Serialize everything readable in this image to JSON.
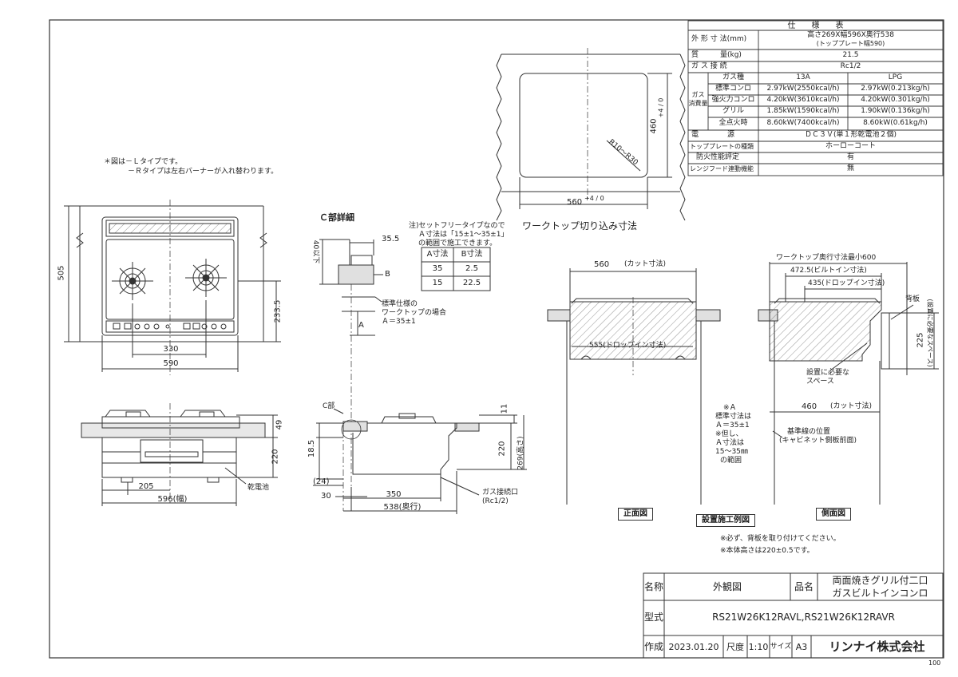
{
  "notes": {
    "figure_note_1": "＊図は－Ｌタイプです。",
    "figure_note_2": "－Ｒタイプは左右バーナーが入れ替わります。",
    "footer_note_1": "※必ず、背板を取り付けてください。",
    "footer_note_2": "※本体高さは220±0.5です。",
    "setfree_note_1": "注)セットフリータイプなので",
    "setfree_note_2": "Ａ寸法は「15±1～35±1」",
    "setfree_note_3": "の範囲で施工できます。",
    "std_worktop_1": "標準仕様の",
    "std_worktop_2": "ワークトップの場合",
    "std_worktop_3": "Ａ＝35±1",
    "star_a_1": "※Ａ",
    "star_a_2": "標準寸法は",
    "star_a_3": "Ａ＝35±1",
    "star_a_4": "※但し、",
    "star_a_5": "Ａ寸法は",
    "star_a_6": "15～35㎜",
    "star_a_7": "の範囲",
    "page_code": "100"
  },
  "specs": {
    "title": "仕　　様　　表",
    "size_label": "外 形 寸 法(mm)",
    "size_value_1": "高さ269X幅596X奥行538",
    "size_value_2": "(トッププレート幅590)",
    "mass_label": "質　　　量(kg)",
    "mass_value": "21.5",
    "gas_conn_label": "ガ ス 接 続",
    "gas_conn_value": "Rc1/2",
    "gas_type_label": "ガス種",
    "gas_13a": "13A",
    "gas_lpg": "LPG",
    "gas_consumption_label_1": "ガス",
    "gas_consumption_label_2": "消費量",
    "rows": [
      {
        "label": "標準コンロ",
        "a": "2.97kW(2550kcal/h)",
        "b": "2.97kW(0.213kg/h)"
      },
      {
        "label": "強火力コンロ",
        "a": "4.20kW(3610kcal/h)",
        "b": "4.20kW(0.301kg/h)"
      },
      {
        "label": "グリル",
        "a": "1.85kW(1590kcal/h)",
        "b": "1.90kW(0.136kg/h)"
      },
      {
        "label": "全点火時",
        "a": "8.60kW(7400kcal/h)",
        "b": "8.60kW(0.61kg/h)"
      }
    ],
    "power_label": "電　　　　源",
    "power_value": "ＤＣ３Ｖ(単１形乾電池２個)",
    "top_plate_label": "トッププレートの種類",
    "top_plate_value": "ホーローコート",
    "fire_label": "防火性能評定",
    "fire_value": "有",
    "hood_label": "レンジフード連動機能",
    "hood_value": "無"
  },
  "worktop_cut": {
    "title": "ワークトップ切り込み寸法",
    "width": "560",
    "width_tol": "+4 / 0",
    "depth": "460",
    "depth_tol": "+4 / 0",
    "radius": "R10～R30"
  },
  "top_view": {
    "dim_505": "505",
    "dim_2335": "233.5",
    "dim_330": "330",
    "dim_590": "590"
  },
  "front_view": {
    "dim_49": "49",
    "dim_220": "220",
    "dim_205": "205",
    "dim_596": "596(幅)",
    "battery": "乾電池"
  },
  "detail_c": {
    "title": "Ｃ部詳細",
    "dim_40": "40以下",
    "dim_355": "35.5",
    "label_b": "B",
    "label_a": "A",
    "table_head_a": "A寸法",
    "table_head_b": "B寸法",
    "table_rows": [
      [
        "35",
        "2.5"
      ],
      [
        "15",
        "22.5"
      ]
    ]
  },
  "side_view": {
    "c_label": "C部",
    "dim_11": "11",
    "dim_185": "18.5",
    "dim_220": "220",
    "dim_269": "269(高さ)",
    "dim_24": "(24)",
    "dim_30": "30",
    "dim_350": "350",
    "dim_538": "538(奥行)",
    "gas_inlet_1": "ガス接続口",
    "gas_inlet_2": "(Rc1/2)"
  },
  "install": {
    "cut_width": "560",
    "cut_width_note": "(カット寸法)",
    "drop_in": "555(ドロップイン寸法)",
    "front_label": "正面図",
    "side_label": "側面図",
    "example_label": "設置施工例図",
    "worktop_depth": "ワークトップ奥行寸法最小600",
    "built_in": "472.5(ビルトイン寸法)",
    "drop_in_side": "435(ドロップイン寸法)",
    "back_panel": "背板",
    "dim_225": "225",
    "space_needed": "(設置に必要なスペース)",
    "space_label_1": "設置に必要な",
    "space_label_2": "スペース",
    "cut_depth": "460",
    "cut_depth_note": "(カット寸法)",
    "ref_line_1": "基準線の位置",
    "ref_line_2": "(キャビネット側板前面)"
  },
  "title_block": {
    "name_label": "名称",
    "name_value": "外観図",
    "product_label": "品名",
    "product_value_1": "両面焼きグリル付二口",
    "product_value_2": "ガスビルトインコンロ",
    "model_label": "型式",
    "model_value": "RS21W26K12RAVL,RS21W26K12RAVR",
    "made_label": "作成",
    "made_value": "2023.01.20",
    "scale_label": "尺度",
    "scale_value": "1:10",
    "size_label": "サイズ",
    "size_value": "A3",
    "company": "リンナイ株式会社"
  }
}
